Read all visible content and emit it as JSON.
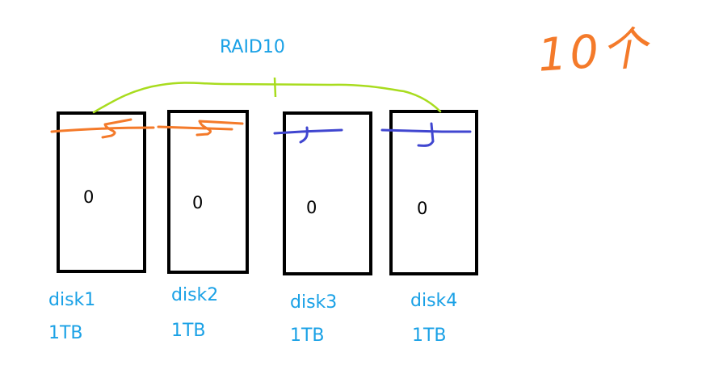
{
  "title": "RAID10",
  "annotation": "10个",
  "colors": {
    "label": "#1aa1e6",
    "mirror_group_1": "#f47a2a",
    "mirror_group_2": "#4046d0",
    "raid_bracket": "#a8dc1e",
    "disk_outline": "#000000"
  },
  "disks": [
    {
      "name": "disk1",
      "size": "1TB",
      "stripe": "0",
      "mirror_mark": "orange"
    },
    {
      "name": "disk2",
      "size": "1TB",
      "stripe": "0",
      "mirror_mark": "orange"
    },
    {
      "name": "disk3",
      "size": "1TB",
      "stripe": "0",
      "mirror_mark": "blue"
    },
    {
      "name": "disk4",
      "size": "1TB",
      "stripe": "0",
      "mirror_mark": "blue"
    }
  ]
}
